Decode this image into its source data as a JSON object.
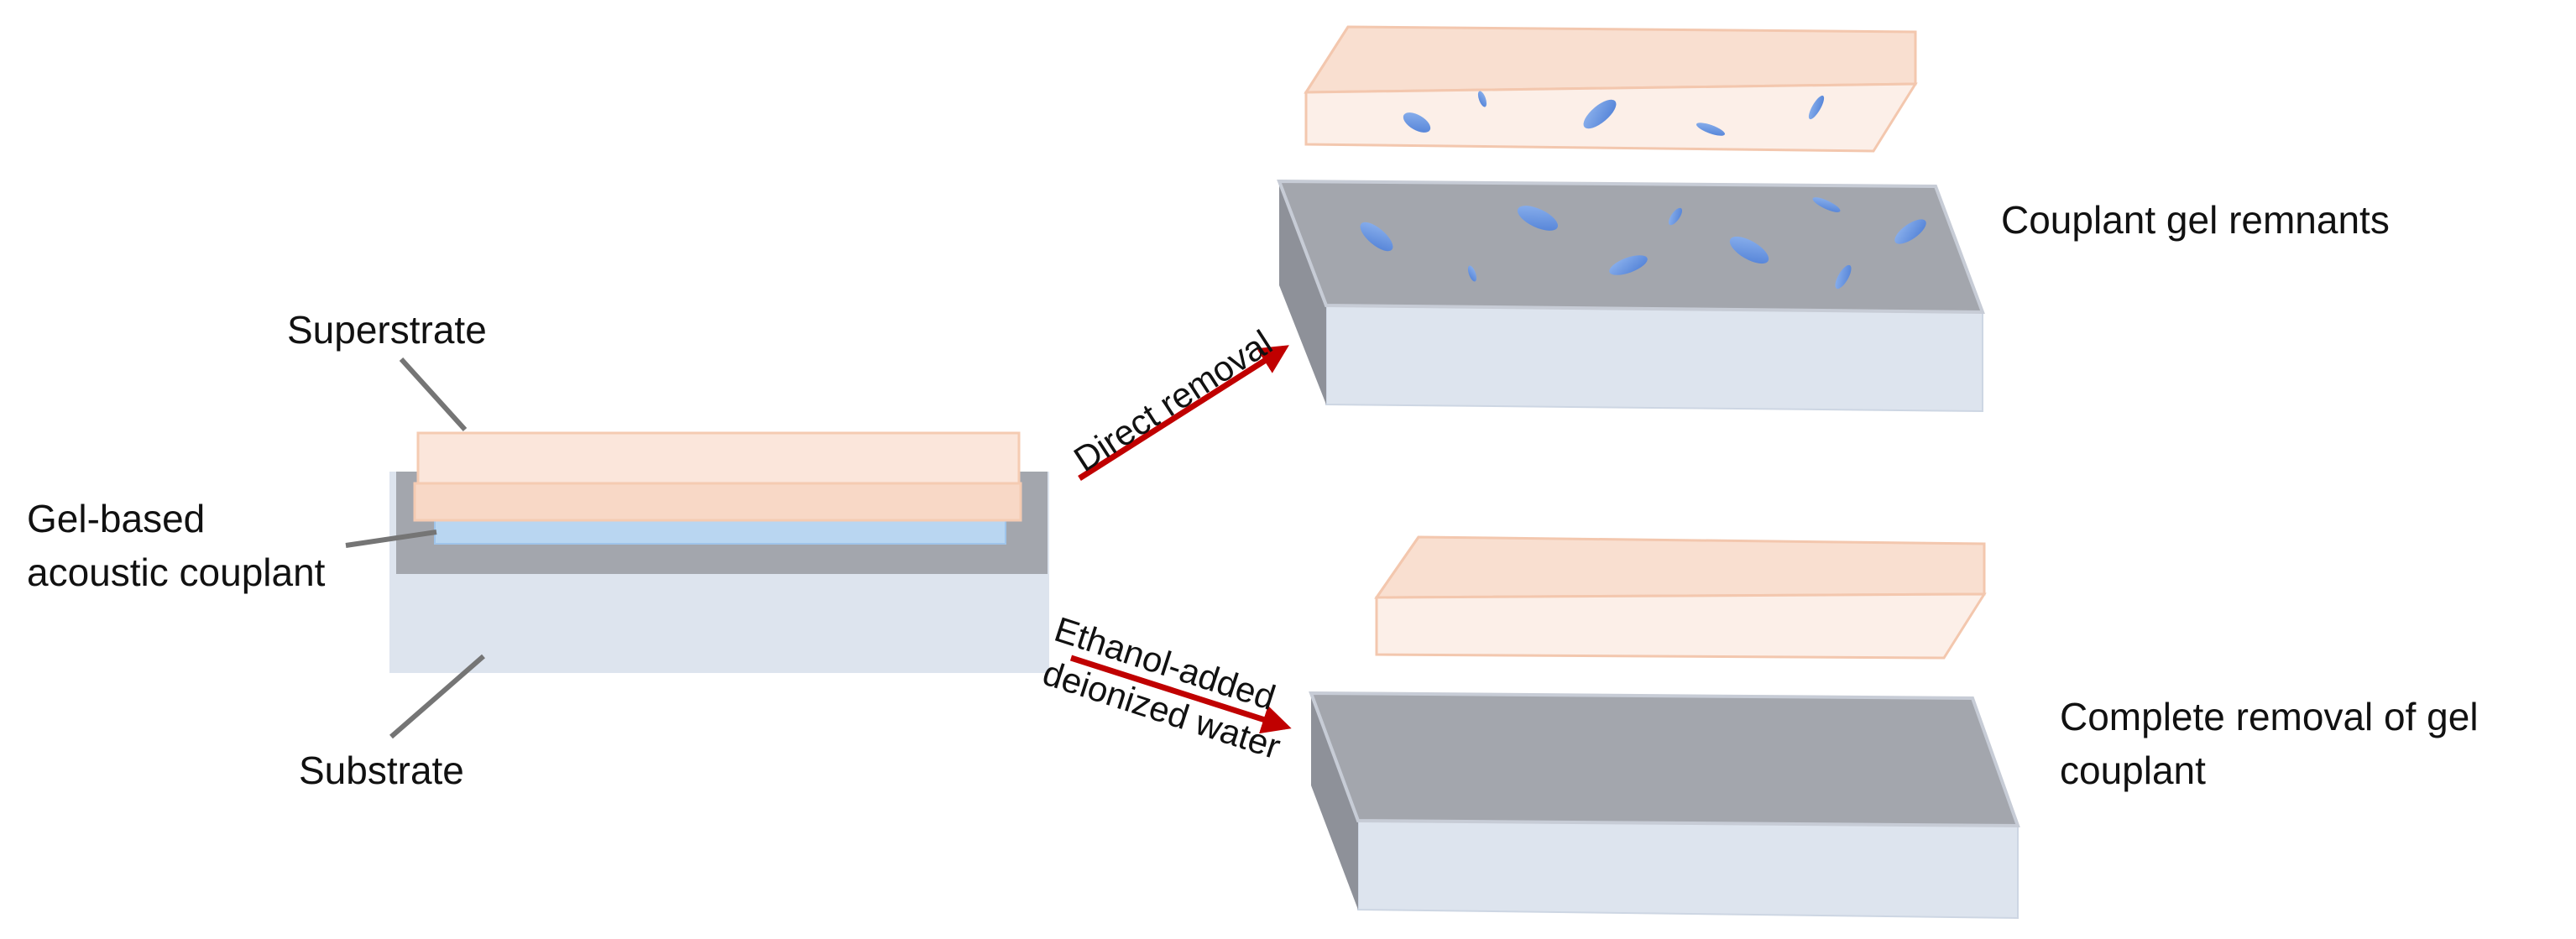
{
  "labels": {
    "superstrate": "Superstrate",
    "couplant_line1": "Gel-based",
    "couplant_line2": "acoustic couplant",
    "substrate": "Substrate",
    "direct_removal": "Direct removal",
    "ethanol_line1": "Ethanol-added",
    "ethanol_line2": "deionized water",
    "remnants": "Couplant gel remnants",
    "complete_line1": "Complete removal of gel",
    "complete_line2": "couplant"
  },
  "colors": {
    "superstrate_fill": "#fbe3d6",
    "superstrate_edge": "#f5cbb2",
    "substrate_body": "#dde4ee",
    "substrate_top": "#a3a6ad",
    "substrate_side": "#8e9199",
    "gel_layer": "#b9d6f1",
    "gel_remnant": "#5b86d6",
    "arrow": "#c00000",
    "leader_line": "#757575"
  }
}
